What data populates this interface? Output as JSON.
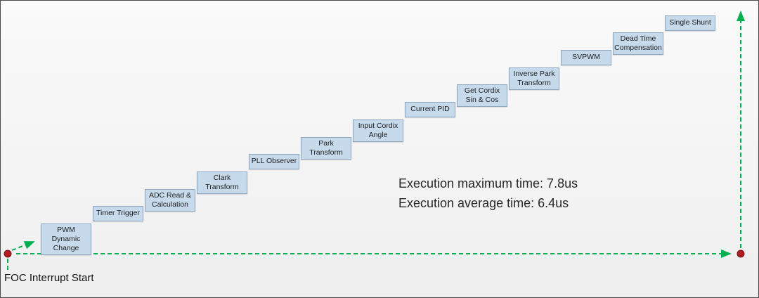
{
  "steps": [
    "PWM Dynamic Change",
    "Timer Trigger",
    "ADC Read & Calculation",
    "Clark Transform",
    "PLL Observer",
    "Park Transform",
    "Input Cordix Angle",
    "Current PID",
    "Get Cordix Sin & Cos",
    "Inverse Park Transform",
    "SVPWM",
    "Dead Time Compensation",
    "Single Shunt"
  ],
  "annotations": {
    "execution_max": "Execution maximum time: 7.8us",
    "execution_avg": "Execution average time: 6.4us",
    "start_label": "FOC Interrupt Start"
  },
  "colors": {
    "box_fill": "#c7daeb",
    "box_border": "#8ca6c0",
    "arrow_green": "#00b050",
    "dot_red": "#b01e24",
    "background": "#efefef"
  }
}
